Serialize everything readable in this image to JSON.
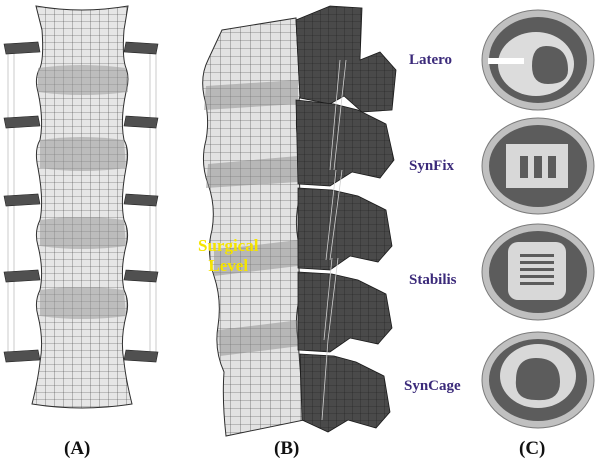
{
  "panels": {
    "a": "(A)",
    "b": "(B)",
    "c": "(C)"
  },
  "annotation": {
    "line1": "Surgical",
    "line2": "Level"
  },
  "implants": [
    "Latero",
    "SynFix",
    "Stabilis",
    "SynCage"
  ],
  "colors": {
    "label": "#3b2a7a",
    "annotation": "#f5e400",
    "mesh_fill": "#e4e4e4",
    "mesh_line": "#444444",
    "endplate": "#505050",
    "implant_ring_outer": "#b8b8b8",
    "implant_ring_inner": "#5c5c5c",
    "implant_body": "#d8d8d8"
  }
}
